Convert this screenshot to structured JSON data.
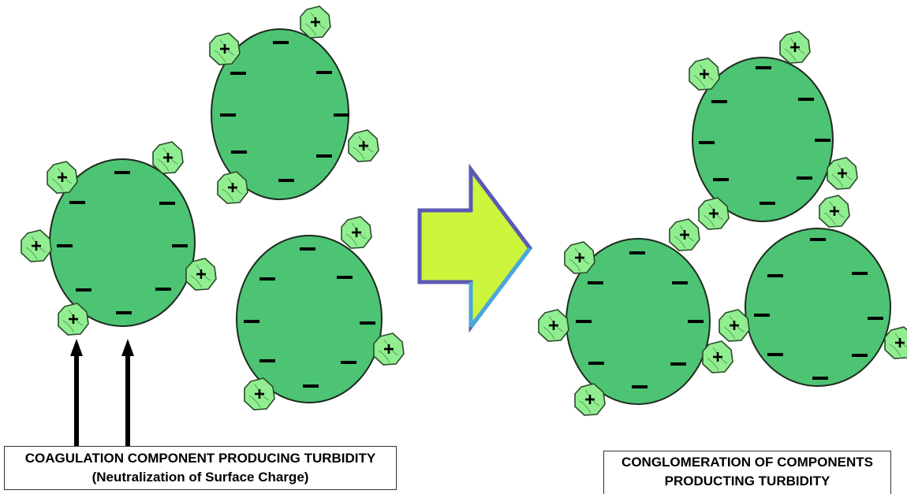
{
  "colors": {
    "particle_fill": "#4cc474",
    "particle_stroke": "#1e2a1e",
    "coagulant_fill": "#90ee90",
    "coagulant_stroke": "#2d4a2d",
    "arrow_fill": "#ccf53c",
    "arrow_edge_dark": "#5a5ab4",
    "arrow_edge_light": "#4aa8dc",
    "pointer_arrow": "#000000"
  },
  "icons": {
    "negative_charge": "minus-sign",
    "positive_charge": "plus-sign",
    "process_arrow": "block-right-arrow"
  },
  "captions": {
    "left_line1": "COAGULATION COMPONENT PRODUCING TURBIDITY",
    "left_line2": "(Neutralization of Surface Charge)",
    "right_line1": "CONGLOMERATION OF COMPONENTS",
    "right_line2": "PRODUCTING TURBIDITY"
  }
}
